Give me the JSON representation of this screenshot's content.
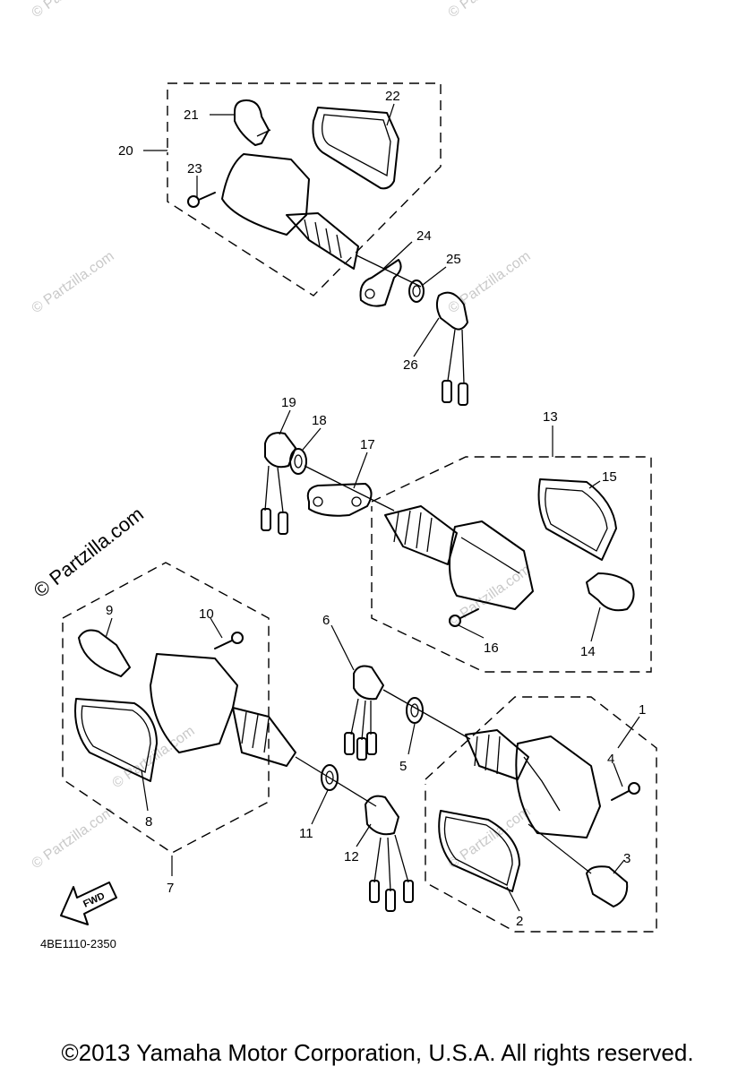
{
  "watermark": "© Partzilla.com",
  "diagram_code": "4BE1110-2350",
  "fwd_label": "FWD",
  "copyright": "©2013 Yamaha Motor Corporation, U.S.A. All rights reserved.",
  "callouts": {
    "c1": "1",
    "c2": "2",
    "c3": "3",
    "c4": "4",
    "c5": "5",
    "c6": "6",
    "c7": "7",
    "c8": "8",
    "c9": "9",
    "c10": "10",
    "c11": "11",
    "c12": "12",
    "c13": "13",
    "c14": "14",
    "c15": "15",
    "c16": "16",
    "c17": "17",
    "c18": "18",
    "c19": "19",
    "c20": "20",
    "c21": "21",
    "c22": "22",
    "c23": "23",
    "c24": "24",
    "c25": "25",
    "c26": "26"
  }
}
